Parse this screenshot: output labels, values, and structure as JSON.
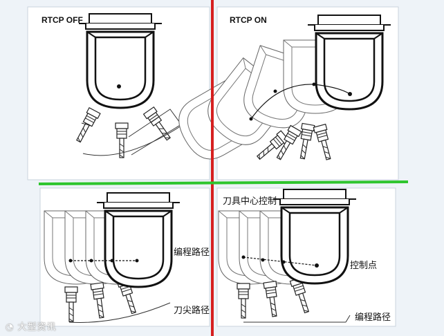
{
  "panels": {
    "top_left": {
      "title": "RTCP OFF"
    },
    "top_right": {
      "title": "RTCP ON"
    },
    "bottom_left": {
      "label_programmed_path": "编程路径",
      "label_tool_tip_path": "刀尖路径"
    },
    "bottom_right": {
      "label_tcp_control": "刀具中心控制",
      "label_control_point": "控制点",
      "label_programmed_path": "编程路径"
    }
  },
  "divider_colors": {
    "vertical": "#d62020",
    "horizontal": "#2ec52e"
  },
  "watermark": {
    "text": "大型资讯",
    "icon": "weibo-icon"
  }
}
